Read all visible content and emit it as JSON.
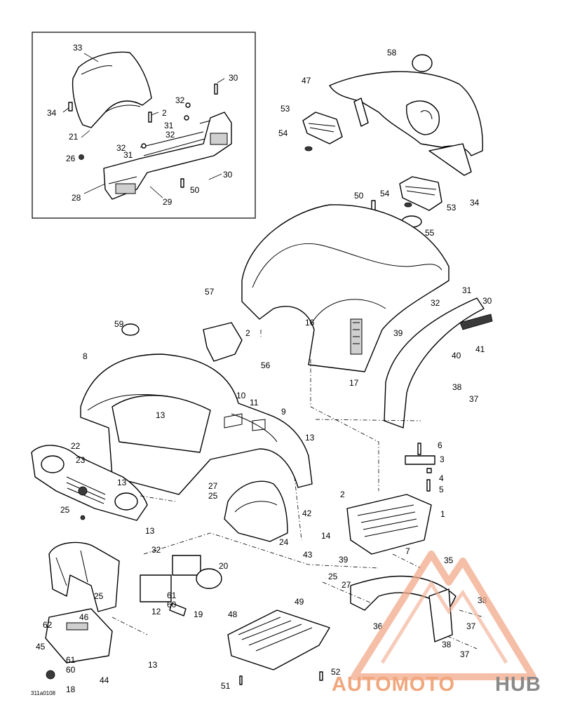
{
  "diagram": {
    "reference_code": "311a0108",
    "callouts": {
      "c1": "1",
      "c2a": "2",
      "c2b": "2",
      "c2c": "2",
      "c3": "3",
      "c4": "4",
      "c5": "5",
      "c6": "6",
      "c7": "7",
      "c8": "8",
      "c9": "9",
      "c10": "10",
      "c11": "11",
      "c12": "12",
      "c13a": "13",
      "c13b": "13",
      "c13c": "13",
      "c13d": "13",
      "c13e": "13",
      "c14": "14",
      "c16": "16",
      "c17": "17",
      "c18": "18",
      "c19": "19",
      "c20": "20",
      "c21": "21",
      "c22": "22",
      "c23": "23",
      "c24": "24",
      "c25a": "25",
      "c25b": "25",
      "c25c": "25",
      "c25d": "25",
      "c26": "26",
      "c27a": "27",
      "c27b": "27",
      "c28": "28",
      "c29": "29",
      "c30a": "30",
      "c30b": "30",
      "c30c": "30",
      "c31a": "31",
      "c31b": "31",
      "c31c": "31",
      "c32a": "32",
      "c32b": "32",
      "c32c": "32",
      "c32d": "32",
      "c32e": "32",
      "c33": "33",
      "c34a": "34",
      "c34b": "34",
      "c35": "35",
      "c36": "36",
      "c37a": "37",
      "c37b": "37",
      "c37c": "37",
      "c38a": "38",
      "c38b": "38",
      "c38c": "38",
      "c39a": "39",
      "c39b": "39",
      "c40": "40",
      "c41": "41",
      "c42": "42",
      "c43": "43",
      "c44": "44",
      "c45": "45",
      "c46": "46",
      "c47": "47",
      "c48": "48",
      "c49": "49",
      "c50a": "50",
      "c50b": "50",
      "c51": "51",
      "c52": "52",
      "c53a": "53",
      "c53b": "53",
      "c54a": "54",
      "c54b": "54",
      "c55": "55",
      "c56": "56",
      "c57": "57",
      "c58": "58",
      "c59": "59",
      "c60a": "60",
      "c60b": "60",
      "c61a": "61",
      "c61b": "61",
      "c62": "62"
    }
  },
  "watermark": {
    "text_a": "AUTOMOTO",
    "text_b": "HUB",
    "color_a": "#f0a77d",
    "color_b": "#8a8a8a"
  }
}
